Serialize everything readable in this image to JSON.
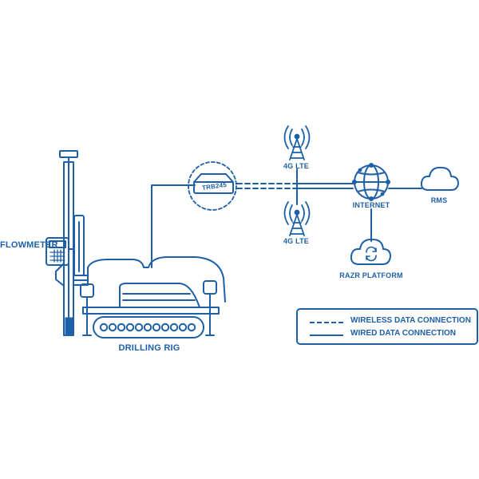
{
  "colors": {
    "primary": "#1d5fa8",
    "background": "#ffffff"
  },
  "labels": {
    "flowmeter": "FLOWMETER",
    "drilling_rig": "DRILLING RIG",
    "router": "TRB245",
    "tower_top": "4G LTE",
    "tower_bottom": "4G LTE",
    "internet": "INTERNET",
    "rms": "RMS",
    "razr": "RAZR PLATFORM"
  },
  "legend": {
    "wireless": "WIRELESS DATA CONNECTION",
    "wired": "WIRED DATA CONNECTION"
  },
  "icons": {
    "router": "router-icon",
    "tower": "cell-tower-icon",
    "globe": "globe-network-icon",
    "cloud": "cloud-icon",
    "sync": "sync-icon",
    "flowmeter": "flowmeter-device-icon",
    "rig": "drilling-rig-icon"
  }
}
